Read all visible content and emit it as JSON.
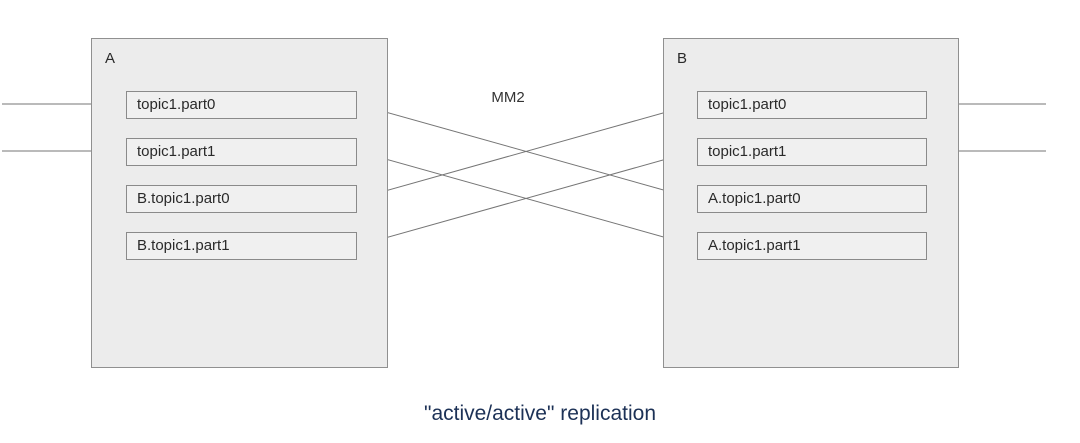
{
  "diagram": {
    "mm2_label": "MM2",
    "caption": "\"active/active\" replication",
    "clusters": [
      {
        "label": "A",
        "topics": [
          "topic1.part0",
          "topic1.part1",
          "B.topic1.part0",
          "B.topic1.part1"
        ]
      },
      {
        "label": "B",
        "topics": [
          "topic1.part0",
          "topic1.part1",
          "A.topic1.part0",
          "A.topic1.part1"
        ]
      }
    ],
    "connections": [
      {
        "from": "external-left",
        "to": "A.topic1.part0"
      },
      {
        "from": "external-left",
        "to": "A.topic1.part1"
      },
      {
        "from": "external-right",
        "to": "B.topic1.part0"
      },
      {
        "from": "external-right",
        "to": "B.topic1.part1"
      },
      {
        "from": "A.topic1.part0",
        "to": "B.A.topic1.part0"
      },
      {
        "from": "A.topic1.part1",
        "to": "B.A.topic1.part1"
      },
      {
        "from": "B.topic1.part0",
        "to": "A.B.topic1.part0"
      },
      {
        "from": "B.topic1.part1",
        "to": "A.B.topic1.part1"
      }
    ],
    "colors": {
      "box_fill": "#ececec",
      "box_border": "#909090",
      "topic_fill": "#f0f0f0",
      "topic_border": "#8a8a8a",
      "line_color": "#757575",
      "text_color": "#2a2a2a",
      "caption_color": "#1c3156"
    }
  }
}
